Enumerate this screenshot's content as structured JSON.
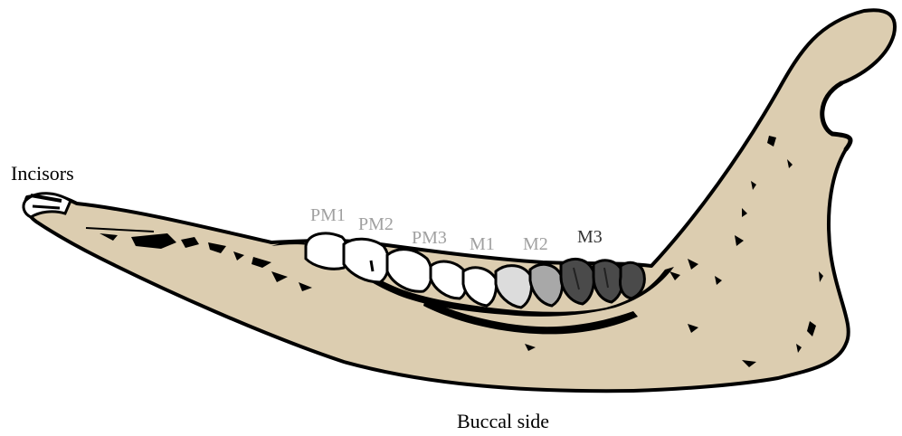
{
  "labels": {
    "incisors": "Incisors",
    "pm1": "PM1",
    "pm2": "PM2",
    "pm3": "PM3",
    "m1": "M1",
    "m2": "M2",
    "m3": "M3",
    "side": "Buccal side"
  },
  "colors": {
    "bone": "#DCCDB0",
    "outline": "#000000",
    "premolar_fill": "#FFFFFF",
    "m1_fill": "#DCDCDC",
    "m2_fill": "#A8A8A8",
    "m3_fill": "#4A4A4A",
    "premolar_label": "#A0A0A0",
    "m3_label": "#333333"
  }
}
